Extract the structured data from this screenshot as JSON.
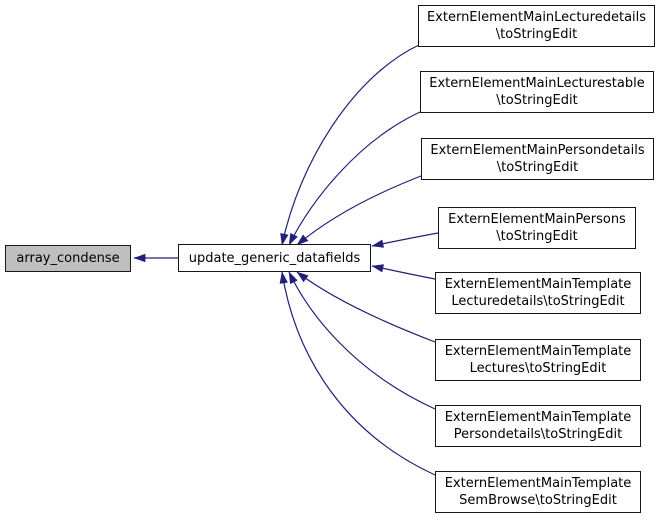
{
  "diagram": {
    "type": "caller-graph",
    "background_color": "#ffffff",
    "edge_color": "#191970",
    "node_border_color": "#161616",
    "root_node": {
      "label": "array_condense",
      "fill_color": "#bfbfbf"
    },
    "center_node": {
      "label": "update_generic_datafields",
      "fill_color": "#ffffff"
    },
    "caller_nodes": [
      {
        "label": "ExternElementMainLecturedetails\n\\toStringEdit"
      },
      {
        "label": "ExternElementMainLecturestable\n\\toStringEdit"
      },
      {
        "label": "ExternElementMainPersondetails\n\\toStringEdit"
      },
      {
        "label": "ExternElementMainPersons\n\\toStringEdit"
      },
      {
        "label": "ExternElementMainTemplate\nLecturedetails\\toStringEdit"
      },
      {
        "label": "ExternElementMainTemplate\nLectures\\toStringEdit"
      },
      {
        "label": "ExternElementMainTemplate\nPersondetails\\toStringEdit"
      },
      {
        "label": "ExternElementMainTemplate\nSemBrowse\\toStringEdit"
      }
    ],
    "edges": [
      {
        "from": "update_generic_datafields",
        "to": "array_condense"
      },
      {
        "from": "ExternElementMainLecturedetails\\toStringEdit",
        "to": "update_generic_datafields"
      },
      {
        "from": "ExternElementMainLecturestable\\toStringEdit",
        "to": "update_generic_datafields"
      },
      {
        "from": "ExternElementMainPersondetails\\toStringEdit",
        "to": "update_generic_datafields"
      },
      {
        "from": "ExternElementMainPersons\\toStringEdit",
        "to": "update_generic_datafields"
      },
      {
        "from": "ExternElementMainTemplateLecturedetails\\toStringEdit",
        "to": "update_generic_datafields"
      },
      {
        "from": "ExternElementMainTemplateLectures\\toStringEdit",
        "to": "update_generic_datafields"
      },
      {
        "from": "ExternElementMainTemplatePersondetails\\toStringEdit",
        "to": "update_generic_datafields"
      },
      {
        "from": "ExternElementMainTemplateSemBrowse\\toStringEdit",
        "to": "update_generic_datafields"
      }
    ]
  }
}
